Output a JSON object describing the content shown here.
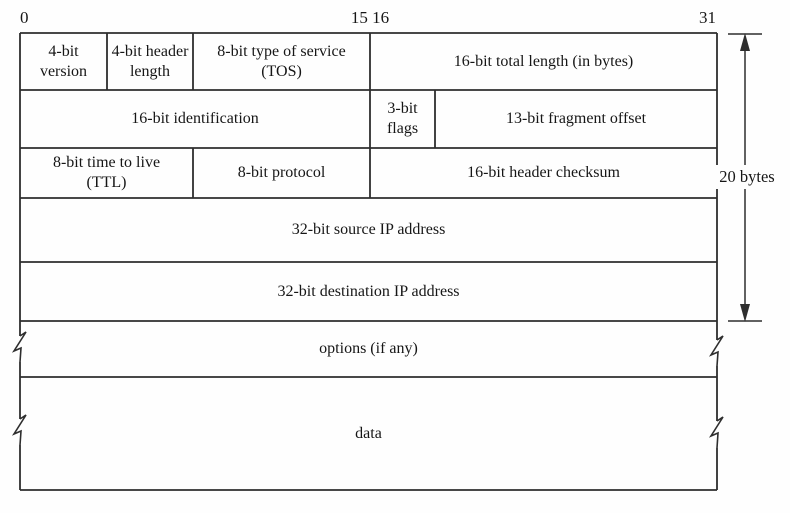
{
  "colors": {
    "background": "#fefefe",
    "line": "#2e2e2e",
    "text": "#161616"
  },
  "bit_scale": {
    "start": "0",
    "mid": "15 16",
    "end": "31"
  },
  "rows": [
    {
      "cells": [
        {
          "label": "4-bit\nversion"
        },
        {
          "label": "4-bit header\nlength"
        },
        {
          "label": "8-bit type of service\n(TOS)"
        },
        {
          "label": "16-bit total length (in bytes)"
        }
      ]
    },
    {
      "cells": [
        {
          "label": "16-bit identification"
        },
        {
          "label": "3-bit\nflags"
        },
        {
          "label": "13-bit fragment offset"
        }
      ]
    },
    {
      "cells": [
        {
          "label": "8-bit time to live\n(TTL)"
        },
        {
          "label": "8-bit protocol"
        },
        {
          "label": "16-bit header checksum"
        }
      ]
    },
    {
      "cells": [
        {
          "label": "32-bit source IP address"
        }
      ]
    },
    {
      "cells": [
        {
          "label": "32-bit destination IP address"
        }
      ]
    },
    {
      "cells": [
        {
          "label": "options (if any)"
        }
      ]
    },
    {
      "cells": [
        {
          "label": "data"
        }
      ]
    }
  ],
  "annotation": {
    "byte_count_label": "20 bytes"
  }
}
